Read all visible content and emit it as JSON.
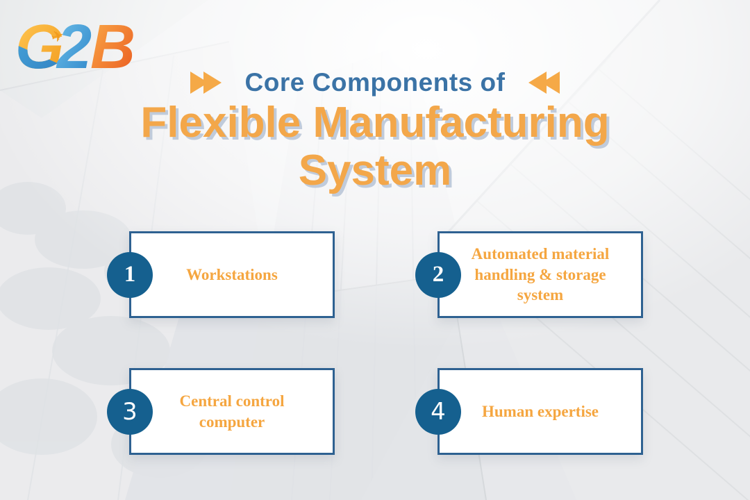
{
  "logo": {
    "letter_g": "G",
    "letter_2": "2",
    "letter_b": "B",
    "plane_glyph": "✈"
  },
  "header": {
    "kicker": "Core Components of",
    "title_line1": "Flexible Manufacturing",
    "title_line2": "System"
  },
  "cards": [
    {
      "number": "1",
      "label": "Workstations"
    },
    {
      "number": "2",
      "label": "Automated material\nhandling & storage\nsystem"
    },
    {
      "number": "3",
      "label": "Central control\ncomputer"
    },
    {
      "number": "4",
      "label": "Human expertise"
    }
  ],
  "colors": {
    "kicker_blue": "#3B73A6",
    "title_orange": "#F3A74A",
    "title_shadow": "#C0CBDB",
    "arrow_orange": "#F5A947",
    "card_border_blue": "#2E6191",
    "circle_blue": "#15608F",
    "card_text_orange": "#F5A640",
    "background_gray": "#EDEEF0"
  }
}
